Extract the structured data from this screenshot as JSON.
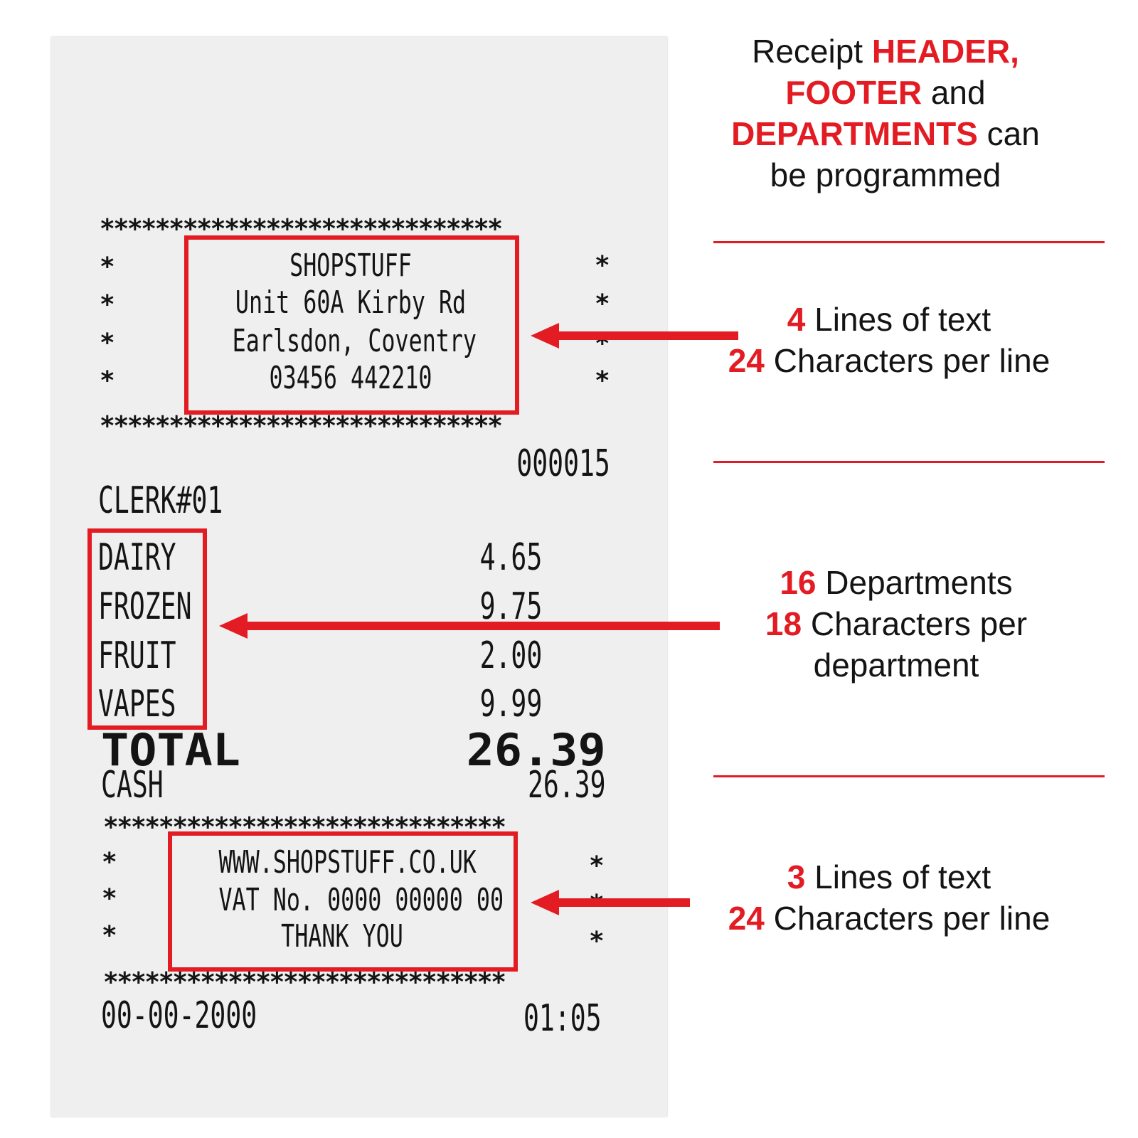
{
  "receipt": {
    "stars": "*****************************",
    "header_lines": [
      "SHOPSTUFF",
      "Unit 60A Kirby Rd",
      "Earlsdon, Coventry",
      "03456 442210"
    ],
    "side_star": "*",
    "receipt_number": "000015",
    "clerk": "CLERK#01",
    "items": [
      {
        "dept": "DAIRY",
        "price": "4.65"
      },
      {
        "dept": "FROZEN",
        "price": "9.75"
      },
      {
        "dept": "FRUIT",
        "price": "2.00"
      },
      {
        "dept": "VAPES",
        "price": "9.99"
      }
    ],
    "total_label": "TOTAL",
    "total_value": "26.39",
    "cash_label": "CASH",
    "cash_value": "26.39",
    "footer_lines": [
      "WWW.SHOPSTUFF.CO.UK",
      "VAT No. 0000 00000 00",
      "THANK YOU"
    ],
    "date": "00-00-2000",
    "time": "01:05"
  },
  "notes": {
    "intro": {
      "line1_plain": "Receipt ",
      "line1_em": "HEADER,",
      "line2_em": "FOOTER",
      "line2_plain": " and",
      "line3_em": "DEPARTMENTS",
      "line3_plain": " can",
      "line4_plain": "be programmed"
    },
    "header": {
      "line1_em": "4",
      "line1_plain": " Lines of text",
      "line2_em": "24",
      "line2_plain": " Characters per line"
    },
    "departments": {
      "line1_em": "16",
      "line1_plain": " Departments",
      "line2_em": "18",
      "line2_plain": " Characters per",
      "line3_plain": "department"
    },
    "footer": {
      "line1_em": "3",
      "line1_plain": " Lines of text",
      "line2_em": "24",
      "line2_plain": " Characters per line"
    }
  },
  "colors": {
    "accent": "#e31b23",
    "paper": "#efefef",
    "ink": "#141414"
  }
}
